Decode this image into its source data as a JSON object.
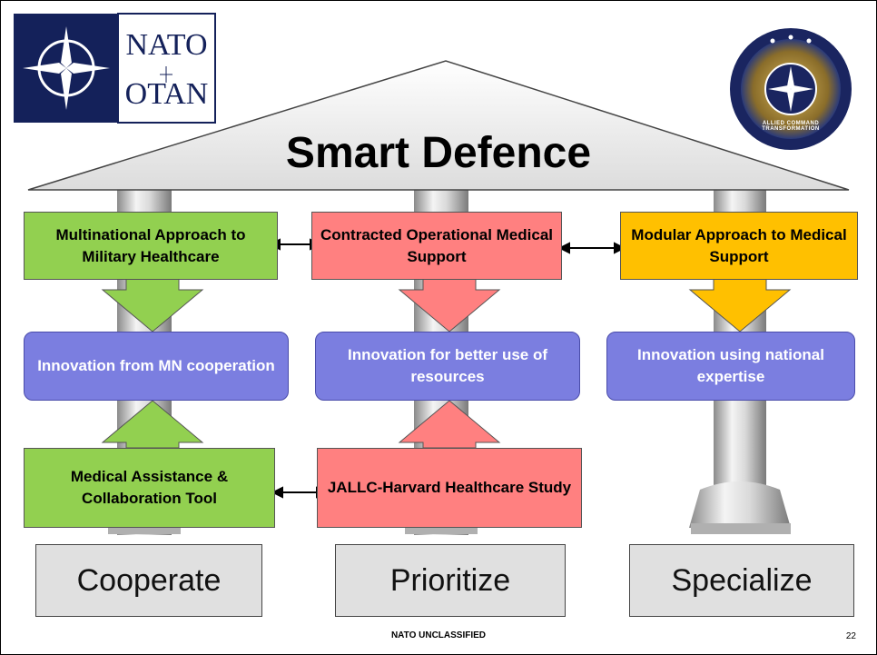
{
  "logo": {
    "line1": "NATO",
    "line2": "OTAN"
  },
  "seal": {
    "text": "ALLIED COMMAND TRANSFORMATION"
  },
  "roof": {
    "title": "Smart Defence"
  },
  "top_boxes": {
    "multinational": "Multinational Approach to Military Healthcare",
    "contracted": "Contracted Operational Medical Support",
    "modular": "Modular Approach to Medical Support"
  },
  "innovation": {
    "mn": "Innovation from MN cooperation",
    "resources": "Innovation for better use of resources",
    "national": "Innovation using national expertise"
  },
  "bottom_boxes": {
    "tool": "Medical Assistance & Collaboration Tool",
    "jallc": "JALLC-Harvard Healthcare Study"
  },
  "bases": {
    "cooperate": "Cooperate",
    "prioritize": "Prioritize",
    "specialize": "Specialize"
  },
  "footer": {
    "classification": "NATO UNCLASSIFIED",
    "page": "22"
  },
  "colors": {
    "green": "#92d050",
    "red": "#ff8080",
    "orange": "#ffc000",
    "blue": "#7b7ee0",
    "navy": "#14215a"
  }
}
